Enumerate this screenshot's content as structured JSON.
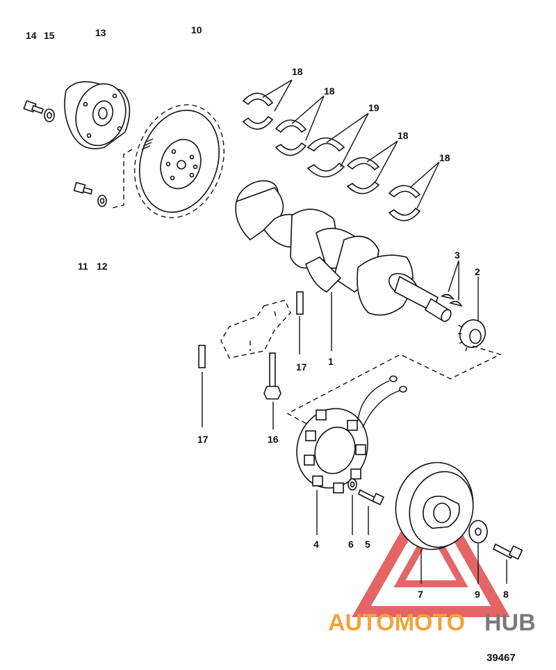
{
  "callouts": {
    "c1": "1",
    "c2": "2",
    "c3": "3",
    "c4": "4",
    "c5": "5",
    "c6": "6",
    "c7": "7",
    "c8": "8",
    "c9": "9",
    "c10": "10",
    "c11": "11",
    "c12": "12",
    "c13": "13",
    "c14": "14",
    "c15": "15",
    "c16": "16",
    "c17a": "17",
    "c17b": "17",
    "c18a": "18",
    "c18b": "18",
    "c18c": "18",
    "c18d": "18",
    "c19": "19"
  },
  "watermark": {
    "part1": "AUTOMOTO",
    "part2": "HUB",
    "color_primary": "#f2a23a",
    "color_secondary": "#7a7a7a",
    "triangle_color": "#e04b4b"
  },
  "figure_number": "39467"
}
